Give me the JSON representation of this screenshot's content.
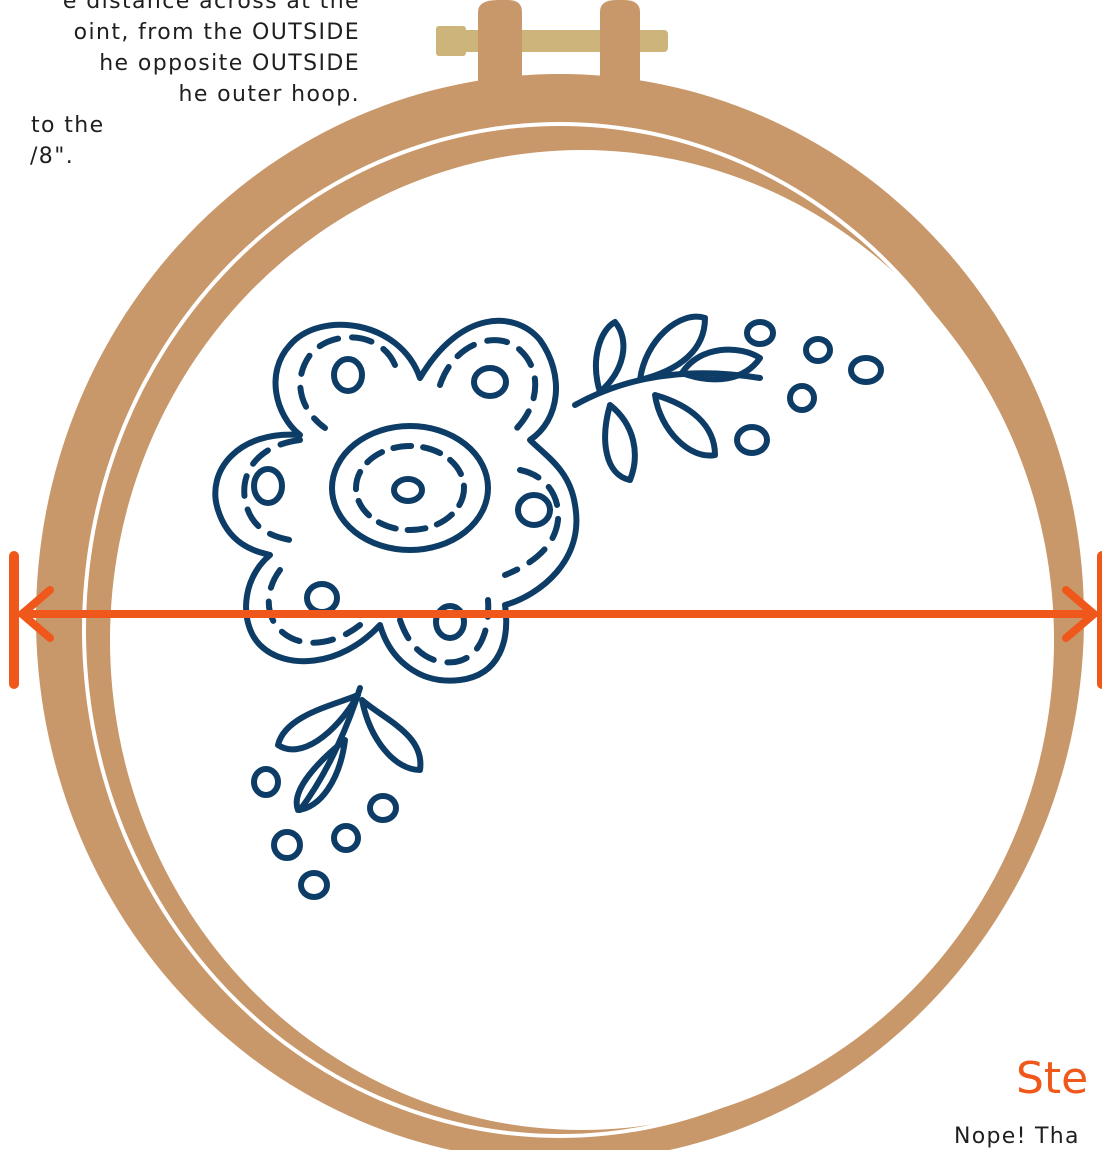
{
  "instructions": {
    "lines": [
      "e distance across at the",
      "oint, from the OUTSIDE",
      "he opposite OUTSIDE",
      "he outer hoop.",
      " to the",
      "/8\"."
    ]
  },
  "step": {
    "title": "Ste",
    "text": "Nope! Tha"
  },
  "colors": {
    "hoop_wood": "#c8976a",
    "screw_brass": "#cdb47a",
    "fabric": "#ffffff",
    "embroidery": "#0d3d66",
    "measure_line": "#f0581b",
    "text": "#1f1f1f"
  },
  "icons": {
    "measurement": "double-arrow-icon",
    "design": "flower-embroidery-icon"
  }
}
